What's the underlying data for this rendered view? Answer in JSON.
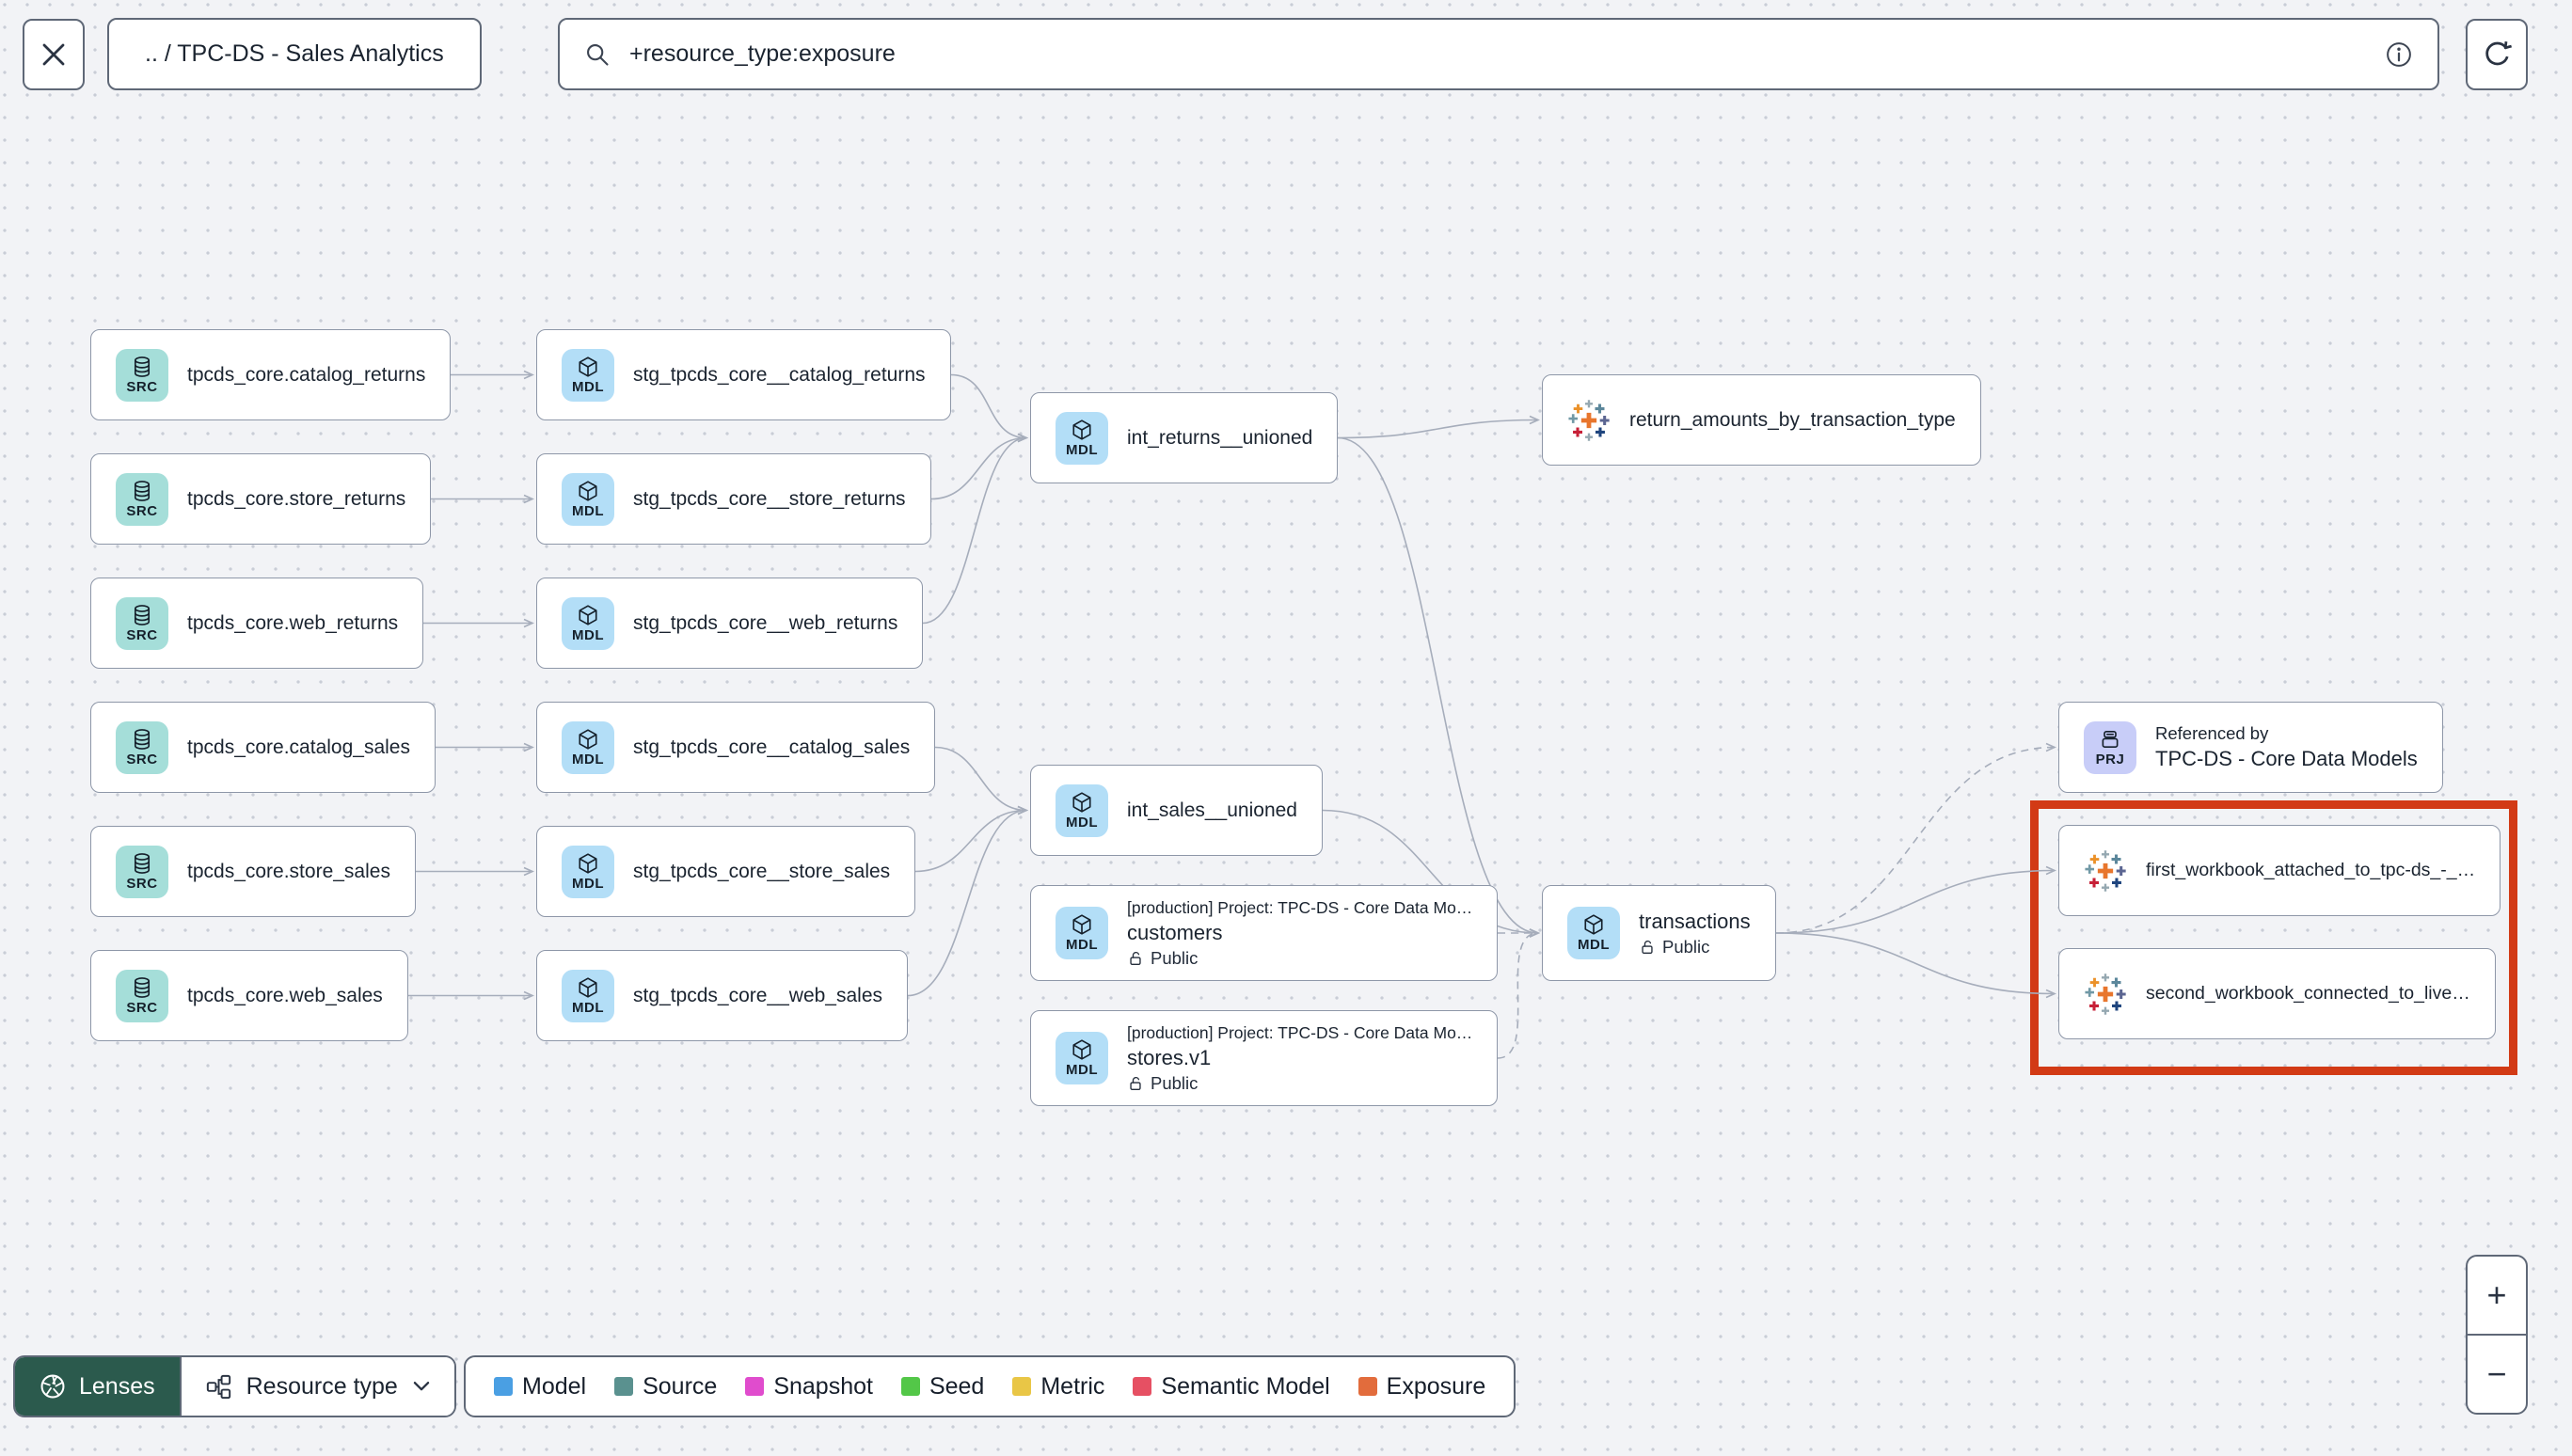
{
  "header": {
    "breadcrumb": ".. / TPC-DS - Sales Analytics",
    "search_value": "+resource_type:exposure"
  },
  "canvas": {
    "zoom_in_label": "+",
    "zoom_out_label": "−"
  },
  "footer": {
    "lenses_label": "Lenses",
    "resource_type_label": "Resource type",
    "legend": [
      {
        "label": "Model",
        "color": "#4a9fe3"
      },
      {
        "label": "Source",
        "color": "#5a918f"
      },
      {
        "label": "Snapshot",
        "color": "#e04ccd"
      },
      {
        "label": "Seed",
        "color": "#53c748"
      },
      {
        "label": "Metric",
        "color": "#e9c646"
      },
      {
        "label": "Semantic Model",
        "color": "#e65063"
      },
      {
        "label": "Exposure",
        "color": "#e26c3c"
      }
    ]
  },
  "graph": {
    "edge_color": "#a6adbb",
    "highlight_color": "#d23a15",
    "nodes": [
      {
        "badge": "SRC",
        "label": "tpcds_core.catalog_returns"
      },
      {
        "badge": "SRC",
        "label": "tpcds_core.store_returns"
      },
      {
        "badge": "SRC",
        "label": "tpcds_core.web_returns"
      },
      {
        "badge": "SRC",
        "label": "tpcds_core.catalog_sales"
      },
      {
        "badge": "SRC",
        "label": "tpcds_core.store_sales"
      },
      {
        "badge": "SRC",
        "label": "tpcds_core.web_sales"
      },
      {
        "badge": "MDL",
        "label": "stg_tpcds_core__catalog_returns"
      },
      {
        "badge": "MDL",
        "label": "stg_tpcds_core__store_returns"
      },
      {
        "badge": "MDL",
        "label": "stg_tpcds_core__web_returns"
      },
      {
        "badge": "MDL",
        "label": "stg_tpcds_core__catalog_sales"
      },
      {
        "badge": "MDL",
        "label": "stg_tpcds_core__store_sales"
      },
      {
        "badge": "MDL",
        "label": "stg_tpcds_core__web_sales"
      },
      {
        "badge": "MDL",
        "label": "int_returns__unioned"
      },
      {
        "badge": "MDL",
        "label": "int_sales__unioned"
      },
      {
        "badge": "MDL",
        "header": "[production] Project: TPC-DS - Core Data Mo…",
        "label": "customers",
        "access": "Public"
      },
      {
        "badge": "MDL",
        "header": "[production] Project: TPC-DS - Core Data Mo…",
        "label": "stores.v1",
        "access": "Public"
      },
      {
        "badge": "MDL",
        "label": "transactions",
        "access": "Public"
      },
      {
        "label": "return_amounts_by_transaction_type"
      },
      {
        "badge": "PRJ",
        "title": "Referenced by",
        "label": "TPC-DS - Core Data Models"
      },
      {
        "label": "first_workbook_attached_to_tpc-ds_-_…"
      },
      {
        "label": "second_workbook_connected_to_live…"
      }
    ],
    "edges": [
      {
        "from": "n0",
        "to": "n6"
      },
      {
        "from": "n1",
        "to": "n7"
      },
      {
        "from": "n2",
        "to": "n8"
      },
      {
        "from": "n3",
        "to": "n9"
      },
      {
        "from": "n4",
        "to": "n10"
      },
      {
        "from": "n5",
        "to": "n11"
      },
      {
        "from": "n6",
        "to": "n12"
      },
      {
        "from": "n7",
        "to": "n12"
      },
      {
        "from": "n8",
        "to": "n12"
      },
      {
        "from": "n9",
        "to": "n13"
      },
      {
        "from": "n10",
        "to": "n13"
      },
      {
        "from": "n11",
        "to": "n13"
      },
      {
        "from": "n12",
        "to": "n17"
      },
      {
        "from": "n12",
        "to": "n16"
      },
      {
        "from": "n13",
        "to": "n16"
      },
      {
        "from": "n14",
        "to": "n16",
        "dashed": true
      },
      {
        "from": "n15",
        "to": "n16",
        "dashed": true
      },
      {
        "from": "n16",
        "to": "n18",
        "dashed": true
      },
      {
        "from": "n16",
        "to": "n19"
      },
      {
        "from": "n16",
        "to": "n20"
      }
    ]
  }
}
